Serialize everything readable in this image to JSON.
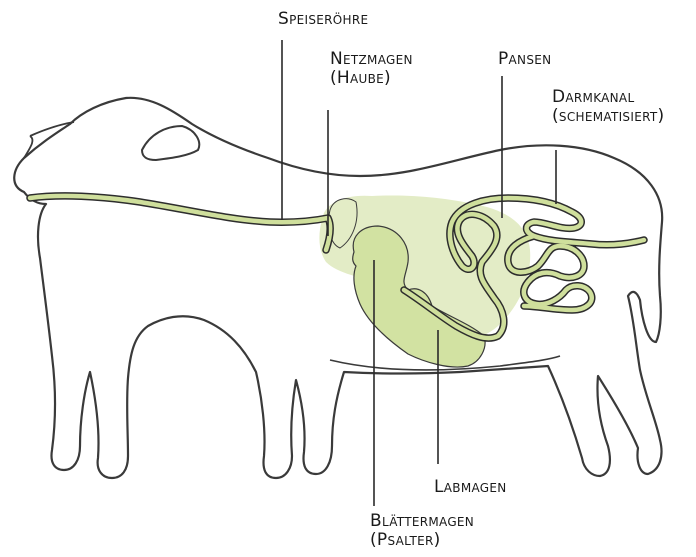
{
  "labels": {
    "speiseroehre": "Speiseröhre",
    "netzmagen": {
      "line1": "Netzmagen",
      "line2": "(Haube)"
    },
    "pansen": "Pansen",
    "darmkanal": {
      "line1": "Darmkanal",
      "line2": "(schematisiert)"
    },
    "labmagen": "Labmagen",
    "blaettermagen": {
      "line1": "Blättermagen",
      "line2": "(Psalter)"
    }
  },
  "colors": {
    "outline": "#3a3a3a",
    "organ_fill": "#e3ecc6",
    "organ_dark": "#d2e2a2",
    "tract_fill": "#cfdf9c",
    "tract_edge": "#2d2d2d",
    "leader": "#2a2a2a"
  }
}
